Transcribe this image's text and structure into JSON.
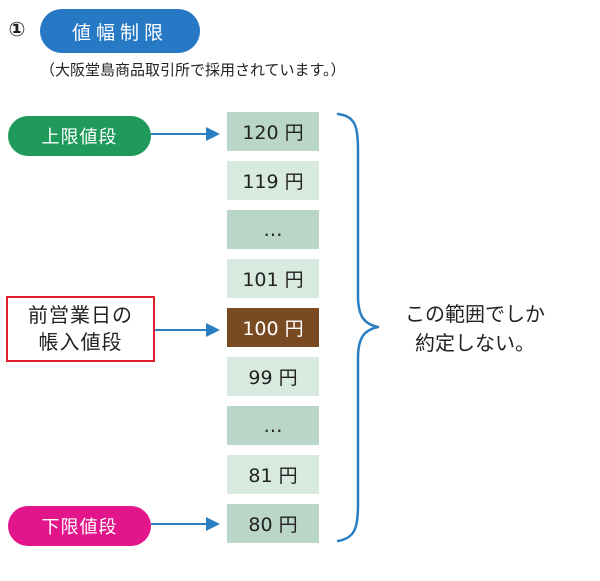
{
  "header": {
    "number": "①",
    "title": "値幅制限",
    "note": "（大阪堂島商品取引所で採用されています。）"
  },
  "labels": {
    "upper": "上限値段",
    "prev_line1": "前営業日の",
    "prev_line2": "帳入値段",
    "lower": "下限値段"
  },
  "prices": [
    "120 円",
    "119 円",
    "…",
    "101 円",
    "100 円",
    "99 円",
    "…",
    "81 円",
    "80 円"
  ],
  "range_text": {
    "line1": "この範囲でしか",
    "line2": "約定しない。"
  },
  "colors": {
    "title_blue": "#2778c5",
    "upper_green": "#1f9a5b",
    "lower_magenta": "#e2168a",
    "prev_border_red": "#e02030",
    "price_box": "#b9d6c8",
    "price_box_light": "#d8eadf",
    "highlight_brown": "#7a4a23",
    "arrow_blue": "#2a7fc2",
    "brace_blue": "#2a7fc2"
  }
}
